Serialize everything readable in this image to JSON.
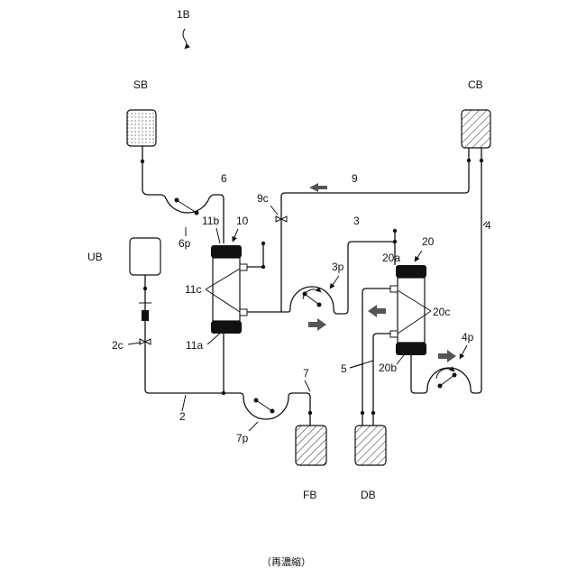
{
  "figure": {
    "id_label": "1B",
    "caption": "（再濃縮）"
  },
  "containers": {
    "sb": "SB",
    "cb": "CB",
    "ub": "UB",
    "fb": "FB",
    "db": "DB"
  },
  "labels": {
    "l6": "6",
    "l6p": "6p",
    "l11b": "11b",
    "l10": "10",
    "l9c": "9c",
    "l9": "9",
    "l3": "3",
    "l20": "20",
    "l20a": "20a",
    "l4": "4",
    "l3p": "3p",
    "l11c": "11c",
    "l20c": "20c",
    "l11a": "11a",
    "l2c": "2c",
    "l4p": "4p",
    "l5": "5",
    "l20b": "20b",
    "l7": "7",
    "l2": "2",
    "l7p": "7p"
  },
  "colors": {
    "line": "#111111",
    "arrow_fill": "#555555"
  }
}
